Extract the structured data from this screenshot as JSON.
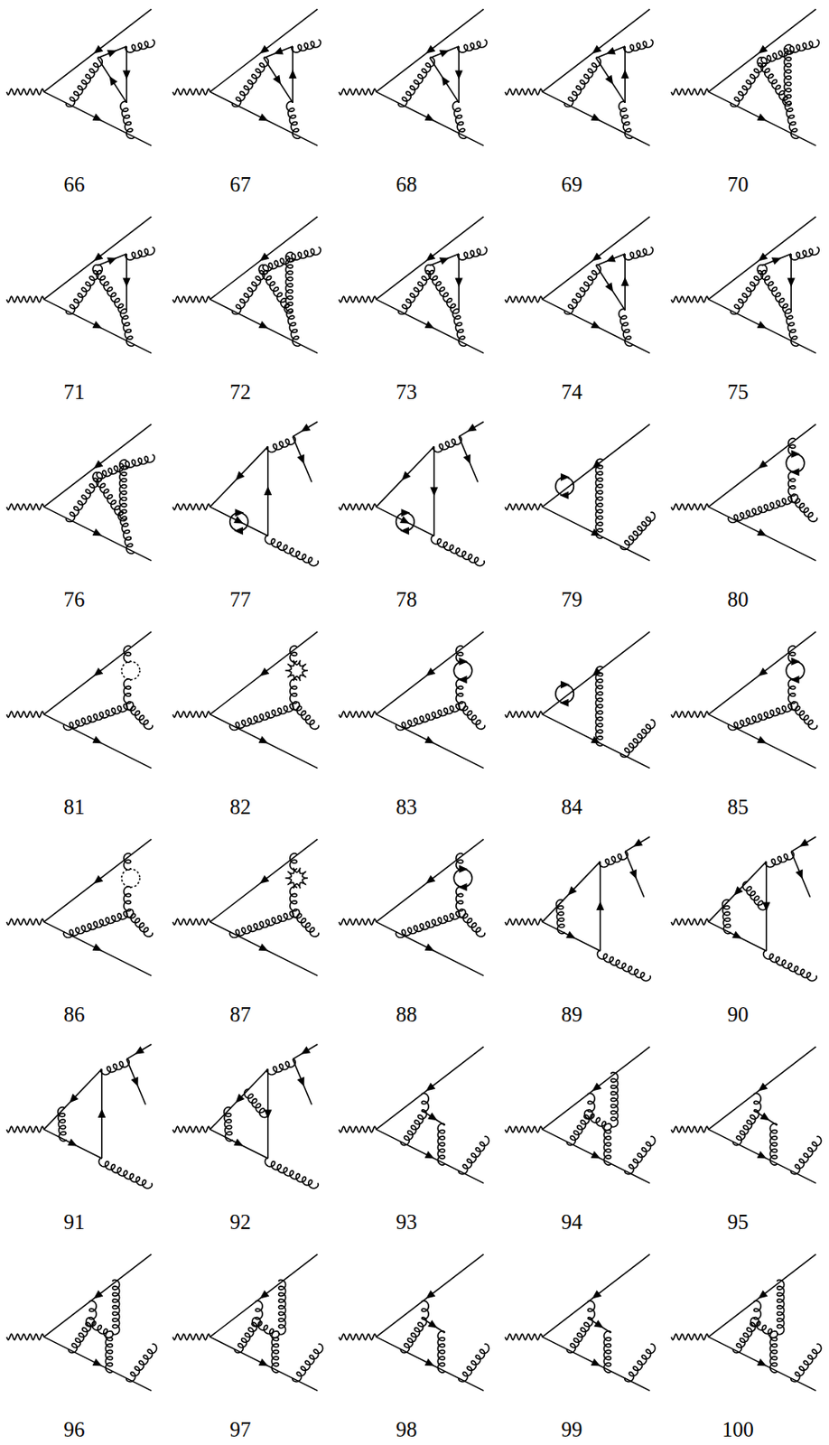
{
  "diagram": {
    "labels": [
      "66",
      "67",
      "68",
      "69",
      "70",
      "71",
      "72",
      "73",
      "74",
      "75",
      "76",
      "77",
      "78",
      "79",
      "80",
      "81",
      "82",
      "83",
      "84",
      "85",
      "86",
      "87",
      "88",
      "89",
      "90",
      "91",
      "92",
      "93",
      "94",
      "95",
      "96",
      "97",
      "98",
      "99",
      "100"
    ]
  }
}
